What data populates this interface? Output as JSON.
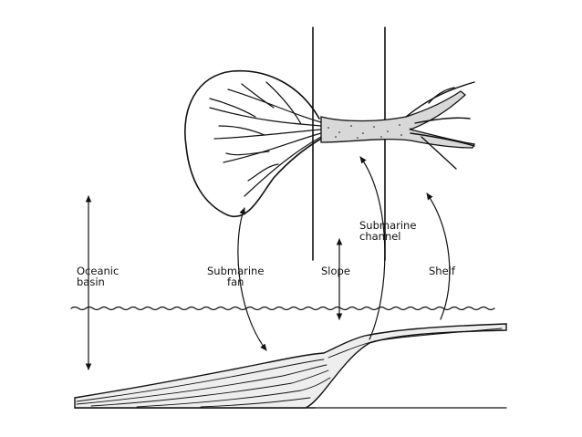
{
  "labels": {
    "oceanic_basin": [
      "Oceanic",
      "basin"
    ],
    "submarine_fan": [
      "Submarine",
      "fan"
    ],
    "slope": "Slope",
    "submarine_channel": [
      "Submarine",
      "channel"
    ],
    "shelf": "Shelf"
  },
  "colors": {
    "ink": "#111111",
    "background": "#ffffff"
  }
}
